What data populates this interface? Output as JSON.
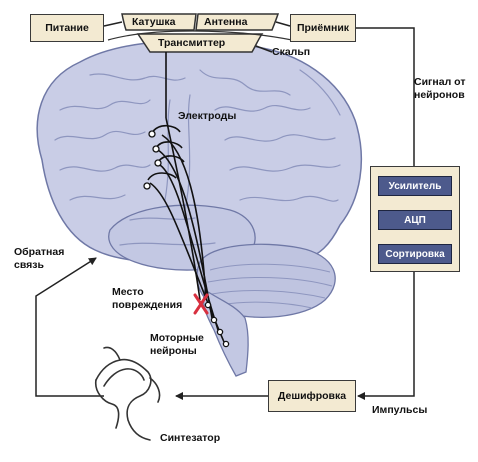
{
  "labels": {
    "power": "Питание",
    "coil": "Катушка",
    "antenna": "Антенна",
    "transmitter": "Трансмиттер",
    "receiver": "Приёмник",
    "scalp": "Скальп",
    "signal_from_neurons": "Сигнал от нейронов",
    "electrodes": "Электроды",
    "amplifier": "Усилитель",
    "adc": "АЦП",
    "sorting": "Сортировка",
    "feedback": "Обратная связь",
    "injury_site": "Место повреждения",
    "motor_neurons": "Моторные нейроны",
    "decoding": "Дешифровка",
    "impulses": "Импульсы",
    "synthesizer": "Синтезатор"
  },
  "colors": {
    "brain_fill": "#c9cde6",
    "brain_fold": "#8e96bf",
    "box_fill": "#f3ead2",
    "dark_box_fill": "#4d5a8c",
    "line": "#222222",
    "injury_mark": "#d8303f"
  },
  "icons": {
    "injury_mark": "red-x-icon",
    "synthesizer": "vocal-tract-icon"
  }
}
